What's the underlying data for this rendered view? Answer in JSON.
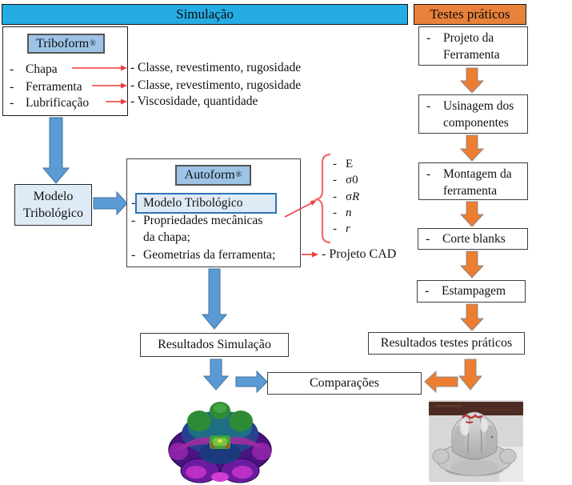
{
  "colors": {
    "header_simulation_bg": "#25ACE3",
    "header_practical_bg": "#E8823A",
    "arrow_blue": "#5B9BD5",
    "arrow_orange": "#ED7D31",
    "annotation_red": "#F03C3C",
    "label_box_fill": "#9DC3E6",
    "light_box_fill": "#DEEBF7",
    "inner_box_border": "#2E74B5"
  },
  "bullet": "-",
  "headers": {
    "simulation": "Simulação",
    "practical": "Testes práticos"
  },
  "triboform": {
    "title": "Triboform",
    "title_sup": "®",
    "inputs": [
      {
        "label": "Chapa",
        "detail": "- Classe, revestimento, rugosidade"
      },
      {
        "label": "Ferramenta",
        "detail": "- Classe, revestimento, rugosidade"
      },
      {
        "label": "Lubrificação",
        "detail": "- Viscosidade, quantidade"
      }
    ]
  },
  "modelo_tribologico_box": {
    "line1": "Modelo",
    "line2": "Tribológico"
  },
  "autoform": {
    "title": "Autoform",
    "title_sup": "®",
    "tribology_item": "Modelo Tribológico",
    "mechanical_item_line1": "Propriedades mecânicas",
    "mechanical_item_line2": "da chapa;",
    "geometry_item": "Geometrias da ferramenta;"
  },
  "material_parameters": [
    {
      "pre": "E",
      "it": ""
    },
    {
      "pre": "σ0",
      "it": ""
    },
    {
      "pre": "σ",
      "it": "R"
    },
    {
      "pre": "",
      "it": "n"
    },
    {
      "pre": "",
      "it": "r"
    }
  ],
  "cad_note": "- Projeto CAD",
  "simulation_results_label": "Resultados Simulação",
  "comparisons_label": "Comparações",
  "practical_steps": [
    {
      "line1": "Projeto da",
      "line2": "Ferramenta"
    },
    {
      "line1": "Usinagem dos",
      "line2": "componentes"
    },
    {
      "line1": "Montagem da",
      "line2": "ferramenta"
    },
    {
      "line1": "Corte blanks",
      "line2": ""
    },
    {
      "line1": "Estampagem",
      "line2": ""
    }
  ],
  "practical_results_label": "Resultados testes práticos"
}
